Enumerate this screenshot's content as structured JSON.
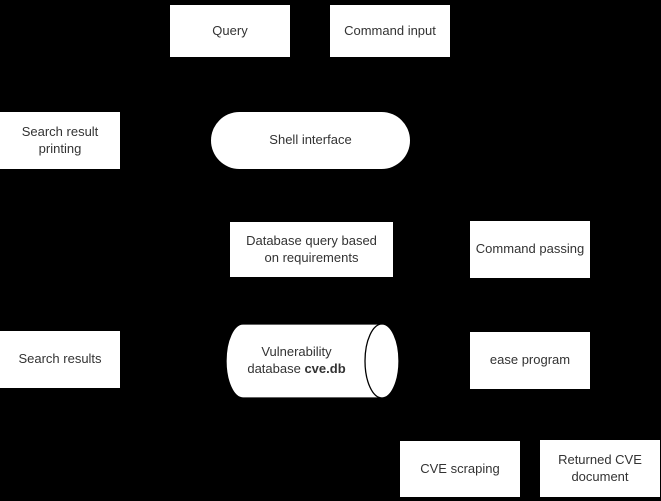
{
  "colors": {
    "background": "#000000",
    "shape_fill": "#ffffff",
    "text_color": "#333333",
    "stroke": "#000000"
  },
  "diagram": {
    "type": "flowchart",
    "nodes": {
      "query": {
        "label": "Query",
        "shape": "rectangle"
      },
      "command_input": {
        "label": "Command input",
        "shape": "rectangle"
      },
      "search_result_printing": {
        "label": "Search result\nprinting",
        "shape": "rectangle"
      },
      "shell_interface": {
        "label": "Shell interface",
        "shape": "terminator"
      },
      "database_query": {
        "label": "Database query based\non requirements",
        "shape": "rectangle"
      },
      "command_passing": {
        "label": "Command passing",
        "shape": "rectangle"
      },
      "search_results": {
        "label": "Search results",
        "shape": "rectangle"
      },
      "vulnerability_database": {
        "shape": "cylinder",
        "line1": "Vulnerability",
        "line2_prefix": "database ",
        "line2_bold": "cve.db"
      },
      "ease_program": {
        "label": "ease program",
        "shape": "rectangle"
      },
      "cve_scraping": {
        "label": "CVE scraping",
        "shape": "rectangle"
      },
      "returned_cve_document": {
        "label": "Returned CVE\ndocument",
        "shape": "rectangle"
      }
    }
  }
}
